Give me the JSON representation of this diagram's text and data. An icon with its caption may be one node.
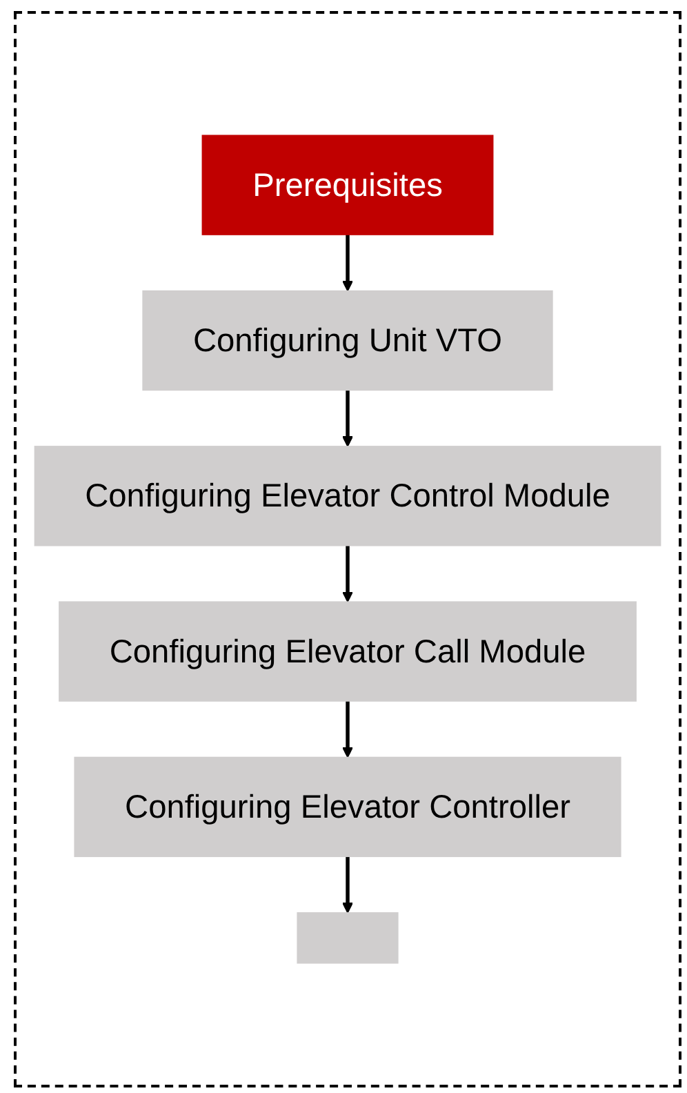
{
  "diagram": {
    "nodes": [
      {
        "text": [
          "Prerequisites"
        ]
      },
      {
        "text": [
          "Configuring Unit VTO"
        ]
      },
      {
        "text": [
          "Configuring Elevator Control Module"
        ]
      },
      {
        "text": [
          "Configuring Elevator Call Module"
        ]
      },
      {
        "text": [
          "Configuring Elevator Controller"
        ]
      },
      {
        "text": [],
        "shape": "box"
      }
    ],
    "edges": [
      {
        "from": 0,
        "to": 1,
        "arrow": "to"
      },
      {
        "from": 1,
        "to": 2,
        "arrow": "to"
      },
      {
        "from": 2,
        "to": 3,
        "arrow": "to"
      },
      {
        "from": 3,
        "to": 4,
        "arrow": "to"
      },
      {
        "from": 4,
        "to": 5,
        "arrow": "to"
      }
    ]
  }
}
